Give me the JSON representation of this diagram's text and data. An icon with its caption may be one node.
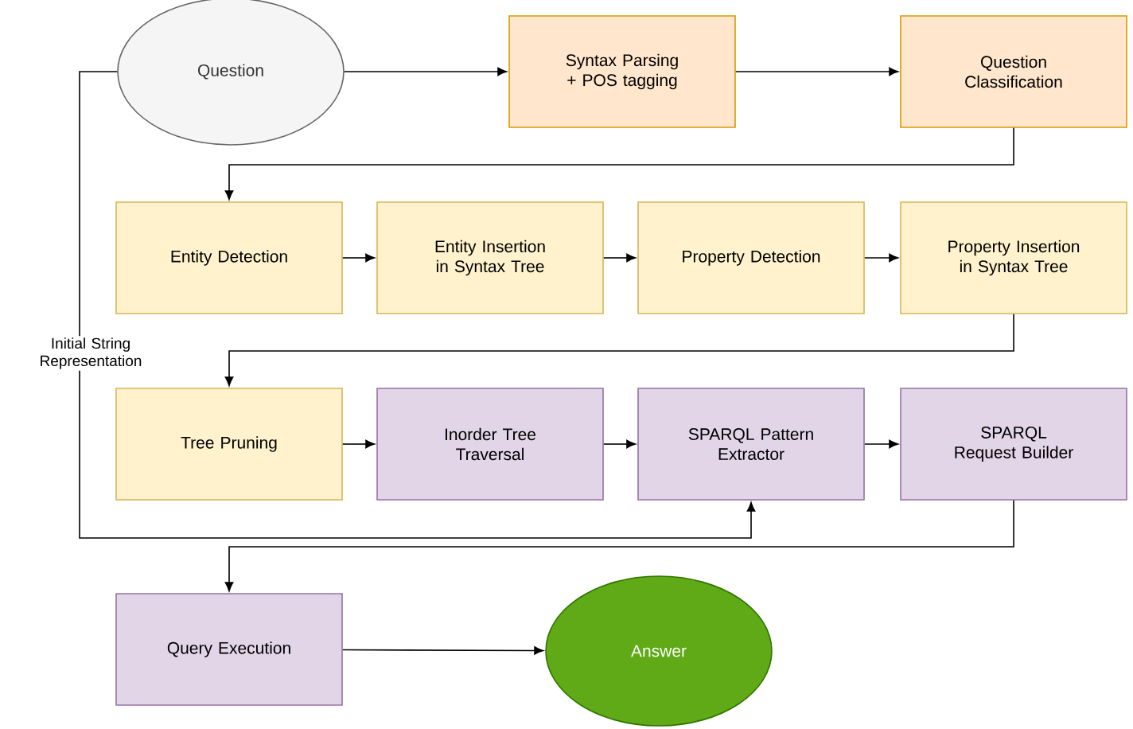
{
  "diagram": {
    "nodes": [
      {
        "text": [
          "Question"
        ]
      },
      {
        "text": [
          "Syntax Parsing + POS tagging"
        ]
      },
      {
        "text": [
          "Question Classification"
        ]
      },
      {
        "text": [
          "Entity Detection"
        ]
      },
      {
        "text": [
          "Entity Insertion in Syntax Tree"
        ]
      },
      {
        "text": [
          "Property Detection"
        ]
      },
      {
        "text": [
          "Property Insertion in Syntax Tree"
        ]
      },
      {
        "text": [
          "Tree Pruning"
        ]
      },
      {
        "text": [
          "Inorder Tree Traversal"
        ]
      },
      {
        "text": [
          "SPARQL Pattern Extractor"
        ]
      },
      {
        "text": [
          "SPARQL Request Builder"
        ]
      },
      {
        "text": [
          "Query Execution"
        ]
      },
      {
        "text": [
          "Answer"
        ]
      }
    ],
    "edges": [
      {
        "from": 0,
        "to": 1,
        "arrow": "to"
      },
      {
        "from": 1,
        "to": 2,
        "arrow": "to"
      },
      {
        "from": 2,
        "to": 3,
        "arrow": "to"
      },
      {
        "from": 3,
        "to": 4,
        "arrow": "to"
      },
      {
        "from": 4,
        "to": 5,
        "arrow": "to"
      },
      {
        "from": 5,
        "to": 6,
        "arrow": "to"
      },
      {
        "from": 6,
        "to": 7,
        "arrow": "to"
      },
      {
        "from": 7,
        "to": 8,
        "arrow": "to"
      },
      {
        "from": 8,
        "to": 9,
        "arrow": "to"
      },
      {
        "from": 9,
        "to": 10,
        "arrow": "to"
      },
      {
        "from": 10,
        "to": 11,
        "arrow": "to"
      },
      {
        "from": 11,
        "to": 12,
        "arrow": "to"
      },
      {
        "from": 0,
        "to": 9,
        "arrow": "to",
        "label": "Initial String Representation"
      }
    ]
  }
}
